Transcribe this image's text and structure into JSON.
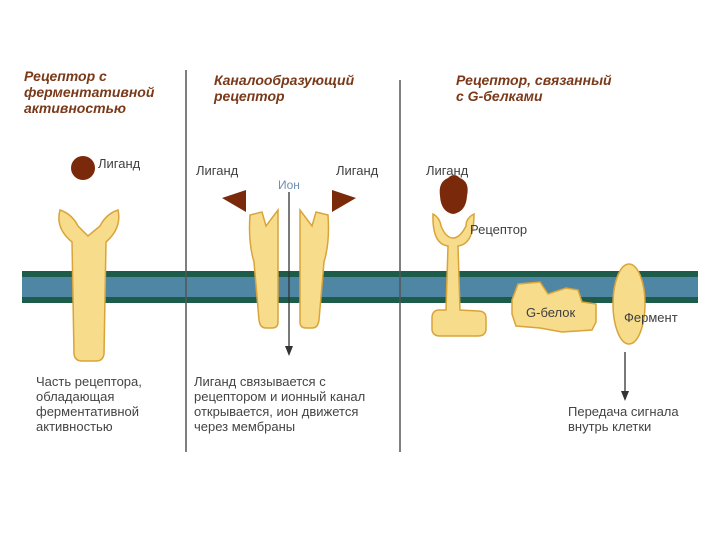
{
  "columns": [
    {
      "heading": "Рецептор с\nферментативной\nактивностью",
      "ligand_label": "Лиганд",
      "caption": "Часть рецептора,\nобладающая\nферментативной\nактивностью"
    },
    {
      "heading": "Каналообразующий\nрецептор",
      "ligand_left_label": "Лиганд",
      "ligand_right_label": "Лиганд",
      "ion_label": "Ион",
      "caption": "Лиганд связывается с\nрецептором и ионный канал\nоткрывается, ион движется\nчерез мембраны"
    },
    {
      "heading": "Рецептор, связанный\nс G-белками",
      "ligand_label": "Лиганд",
      "receptor_label": "Рецептор",
      "g_protein_label": "G-белок",
      "enzyme_label": "Фермент",
      "caption": "Передача сигнала\nвнутрь клетки"
    }
  ],
  "colors": {
    "heading": "#7a3a1a",
    "receptor_fill": "#f7dc8c",
    "receptor_stroke": "#d9a43a",
    "ligand": "#7a2a0a",
    "membrane_blue": "#4f86a3",
    "membrane_green": "#1d5b4a",
    "divider": "#555555"
  }
}
